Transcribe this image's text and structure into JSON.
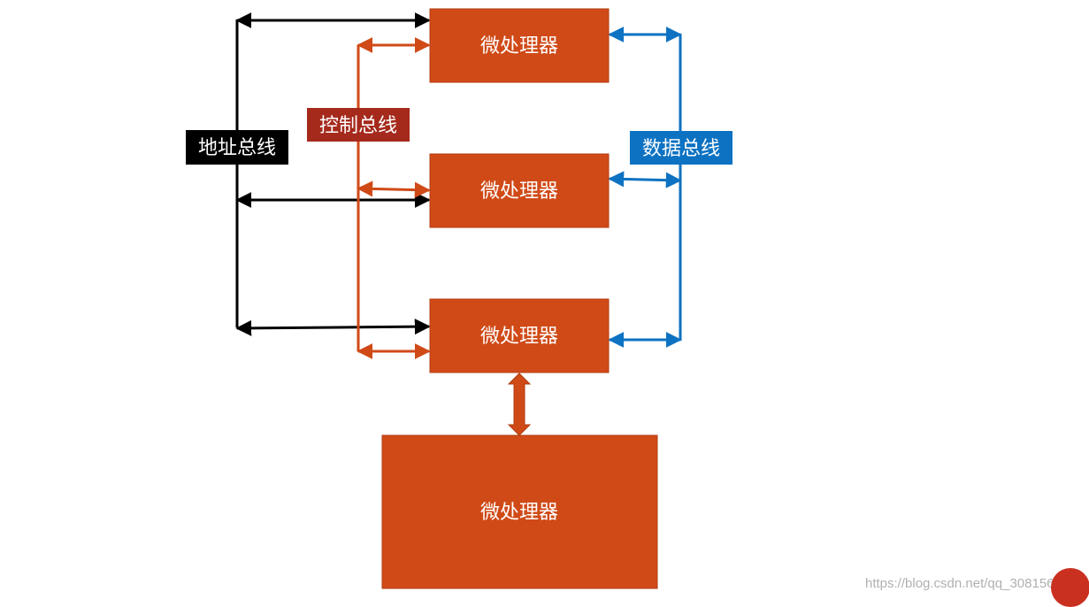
{
  "colors": {
    "box": "#d04a17",
    "address_bus": "#000000",
    "control_bus": "#d04a17",
    "control_label_bg": "#a52a1c",
    "data_bus": "#0d72c2",
    "link": "#d04a17"
  },
  "boxes": [
    {
      "label": "微处理器"
    },
    {
      "label": "微处理器"
    },
    {
      "label": "微处理器"
    },
    {
      "label": "微处理器"
    }
  ],
  "buses": {
    "address": {
      "label": "地址总线"
    },
    "control": {
      "label": "控制总线"
    },
    "data": {
      "label": "数据总线"
    }
  },
  "watermark": {
    "text": "https://blog.csdn.net/qq_30815637"
  },
  "logo": {
    "icon": "csdn-logo-icon"
  }
}
